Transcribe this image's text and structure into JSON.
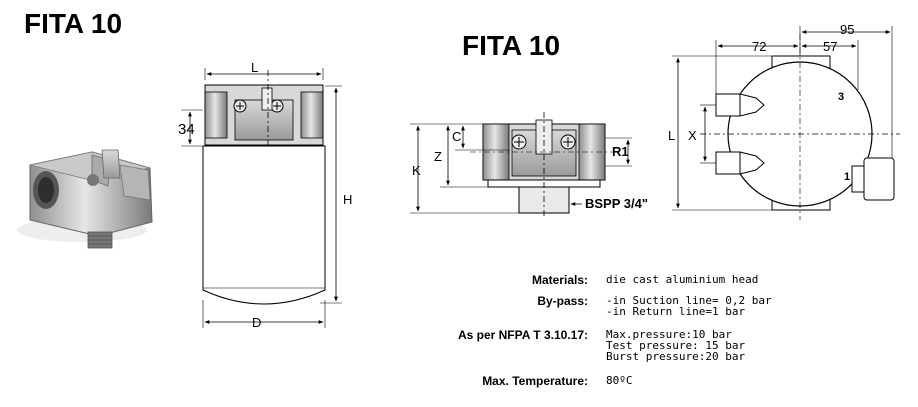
{
  "titles": {
    "left": "FITA 10",
    "center": "FITA 10"
  },
  "front_view": {
    "dims": {
      "L": "L",
      "D": "D",
      "H": "H",
      "h34": "34"
    }
  },
  "side_view": {
    "dims": {
      "C": "C",
      "Z": "Z",
      "K": "K",
      "R1": "R1",
      "thread": "BSPP 3/4\""
    }
  },
  "top_view": {
    "dims": {
      "d95": "95",
      "d72": "72",
      "d57": "57",
      "L": "L",
      "X": "X"
    },
    "port_labels": {
      "p3": "3",
      "p1": "1"
    }
  },
  "specs": {
    "materials": {
      "label": "Materials:",
      "lines": [
        "die cast aluminium head"
      ]
    },
    "bypass": {
      "label": "By-pass:",
      "lines": [
        "-in Suction line= 0,2 bar",
        "-in Return line=1 bar"
      ]
    },
    "nfpa": {
      "label": "As per NFPA T 3.10.17:",
      "lines": [
        "Max.pressure:10 bar",
        "Test pressure: 15 bar",
        "Burst pressure:20 bar"
      ]
    },
    "temp": {
      "label": "Max. Temperature:",
      "lines": [
        "80ºC"
      ]
    }
  }
}
